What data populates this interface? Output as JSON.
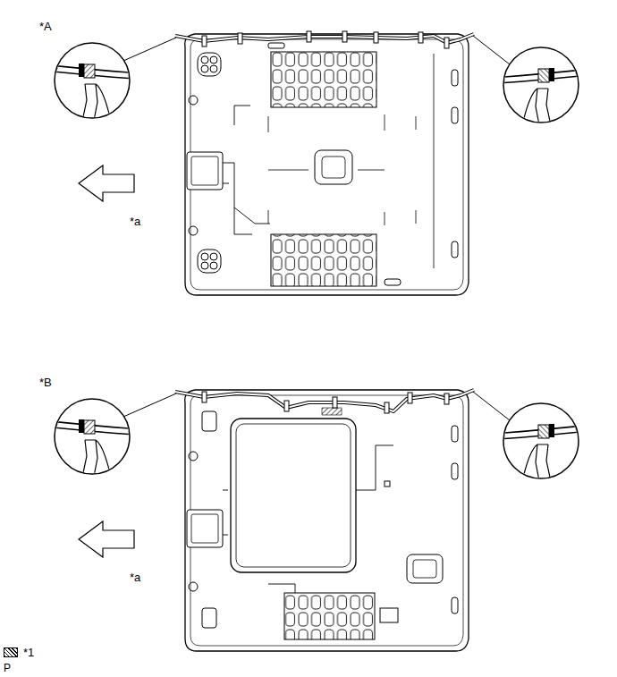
{
  "diagram": {
    "labels": [
      "*A",
      "*a",
      "*B",
      "*a",
      "P"
    ],
    "legend": [
      {
        "text": "*1"
      }
    ]
  }
}
